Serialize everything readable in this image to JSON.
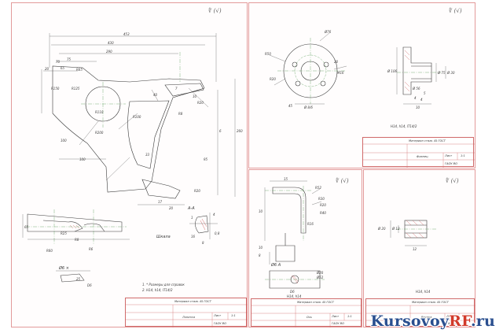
{
  "colors": {
    "sheet_border": "#e39a9a",
    "drawing_line": "#3a3a3a",
    "dimension_line": "#555555",
    "center_line": "#5aa05a",
    "hatch": "#c84a4a",
    "watermark_blue": "#2a4f8f",
    "watermark_red": "#d23a2a"
  },
  "sheets": {
    "main": {
      "corner_mark": "∜ (√)",
      "dimensions": [
        "453",
        "430",
        "290",
        "75",
        "70",
        "65",
        "20",
        "R65",
        "R125",
        "R150",
        "R110",
        "R100",
        "R200",
        "100",
        "33",
        "260",
        "7",
        "10",
        "40",
        "100",
        "R8",
        "R20",
        "6",
        "95",
        "R20",
        "20",
        "17",
        "65",
        "R25",
        "R8",
        "R6",
        "R60",
        "4",
        "1",
        "0,8",
        "8",
        "16",
        "25",
        "D6"
      ],
      "section_label": "A-A",
      "view_label": "Ø6 ×",
      "detail_label": "Шкала",
      "notes": [
        "1. * Размеры для справок",
        "2. H14, h14, IT14/2"
      ],
      "title_block": {
        "title": "Лопатка",
        "code": "Материал сталь 45 ГОСТ",
        "sheet": "Лист",
        "scale": "1:1",
        "org": "ГАОУ ВО"
      }
    },
    "top_right": {
      "corner_mark": "∜ (√)",
      "dimensions": [
        "Ø76",
        "R50",
        "R20",
        "20",
        "M16",
        "Ø 8/6",
        "Ø 106",
        "Ø 75",
        "Ø 30",
        "Ø 56",
        "4",
        "4",
        "5",
        "10",
        "45"
      ],
      "notes": [
        "H14, h14, IT14/2"
      ],
      "title_block": {
        "title": "Фланец",
        "code": "Материал сталь 45 ГОСТ",
        "sheet": "Лист",
        "scale": "1:1",
        "org": "ГАОУ ВО"
      }
    },
    "bottom_mid": {
      "corner_mark": "∜ (√)",
      "dimensions": [
        "15",
        "R52",
        "R30",
        "R20",
        "R40",
        "10",
        "10",
        "R16",
        "8",
        "Ø20",
        "Ø52",
        "D6"
      ],
      "section_label": "Ø6  A",
      "notes": [
        "H14, h14"
      ],
      "title_block": {
        "title": "Ось",
        "code": "Материал сталь 45 ГОСТ",
        "sheet": "Лист",
        "scale": "1:1",
        "org": "ГАОУ ВО"
      }
    },
    "bottom_right": {
      "corner_mark": "∜ (√)",
      "dimensions": [
        "Ø 20",
        "Ø 12",
        "12"
      ],
      "notes": [
        "H14, h14"
      ],
      "title_block": {
        "title": "Втулка",
        "code": "Материал сталь 45 ГОСТ",
        "sheet": "Лист",
        "scale": "1:1",
        "org": "ГАОУ ВО"
      }
    }
  },
  "watermark": {
    "part_a": "Kursovoy",
    "part_b": "RF",
    "part_c": ".ru"
  }
}
